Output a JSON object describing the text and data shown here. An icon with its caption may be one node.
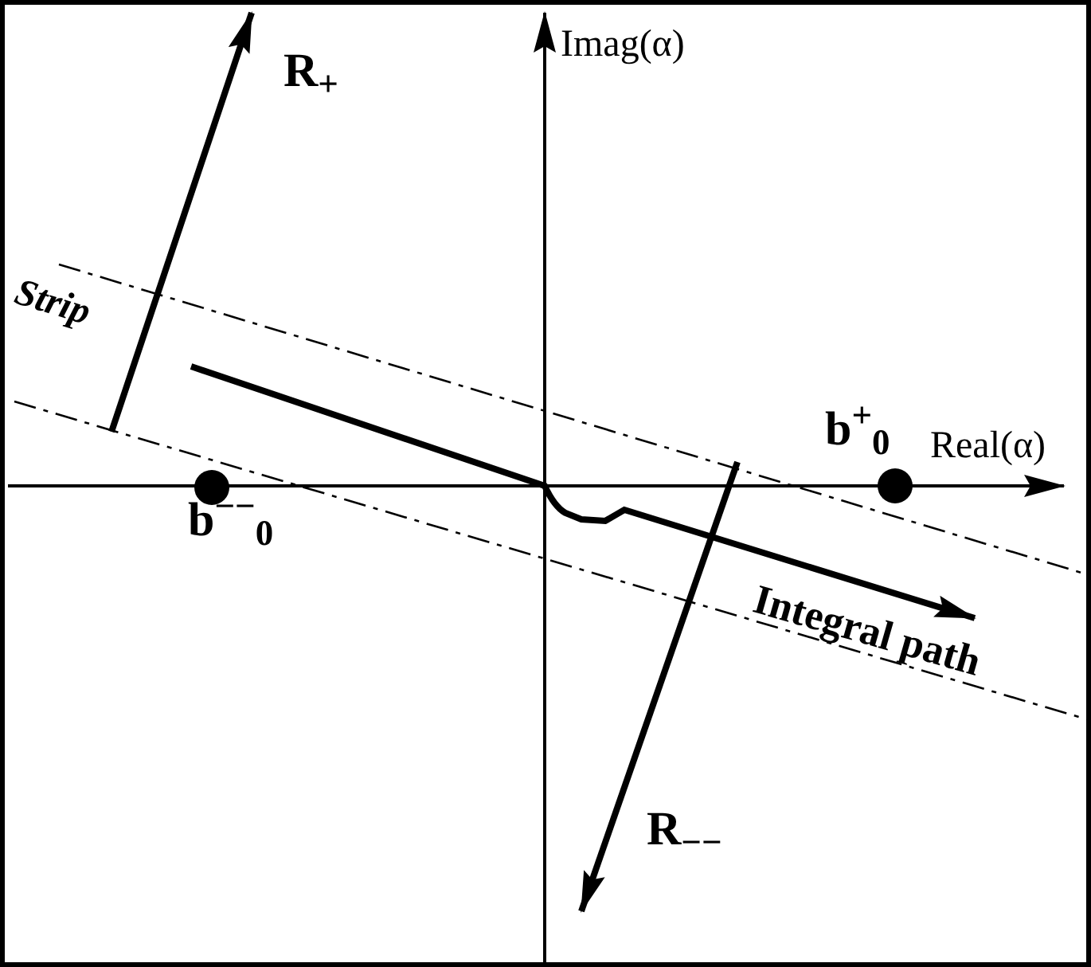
{
  "diagram": {
    "labels": [
      "R$_{+}$",
      "Imag(α)",
      "Strip",
      "b$^{+}$$_{0}$",
      "Real(α)",
      "b$^{−−}$$_{0}$",
      "Integral path",
      "R$_{−−}$"
    ]
  }
}
